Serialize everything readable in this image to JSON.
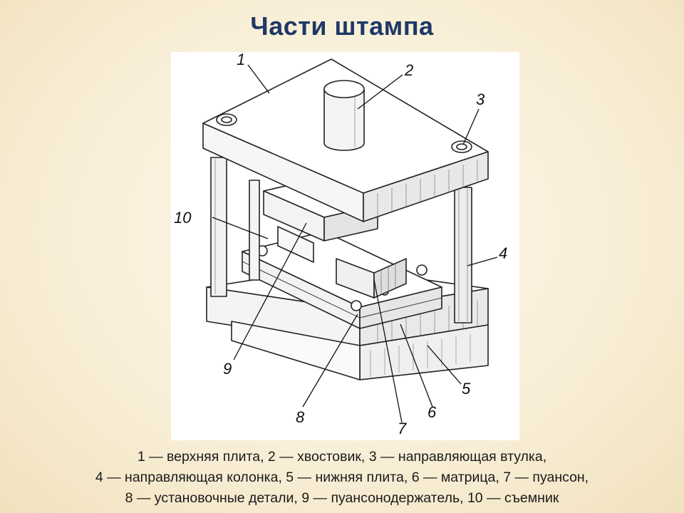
{
  "slide": {
    "title": "Части штампа"
  },
  "diagram": {
    "labels": [
      "1",
      "2",
      "3",
      "4",
      "5",
      "6",
      "7",
      "8",
      "9",
      "10"
    ]
  },
  "caption": {
    "line1": "1 — верхняя плита, 2 — хвостовик, 3 — направляющая втулка,",
    "line2": "4 — направляющая колонка, 5 — нижняя плита, 6 — матрица, 7 — пуансон,",
    "line3": "8 — установочные детали, 9 — пуансонодержатель, 10 — съемник"
  }
}
